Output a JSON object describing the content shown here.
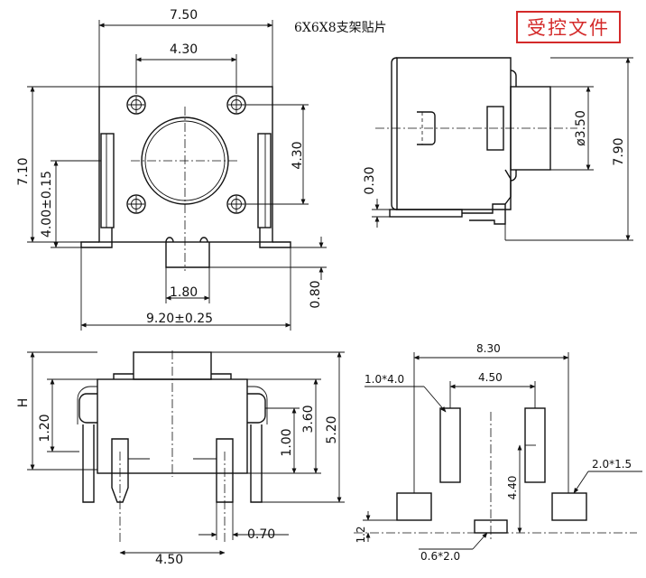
{
  "title": "6X6X8支架贴片",
  "stamp": "受控文件",
  "top_view": {
    "width_body": "7.50",
    "hole_spacing_x": "4.30",
    "height_body": "7.10",
    "hole_offset": "4.00±0.15",
    "hole_spacing_y": "4.30",
    "stem_width": "1.80",
    "total_width": "9.20±0.25",
    "stem_depth": "0.80"
  },
  "side_view": {
    "actuator_dia": "ø3.50",
    "base_thickness": "0.30",
    "total_height": "7.90"
  },
  "front_view": {
    "h_label": "H",
    "offset_1_20": "1.20",
    "dim_1_00": "1.00",
    "dim_3_60": "3.60",
    "dim_5_20": "5.20",
    "pin_width": "0.70",
    "pin_spacing": "4.50"
  },
  "footprint": {
    "outer": "8.30",
    "inner": "4.50",
    "slot_size": "1.0*4.0",
    "pad_size": "2.0*1.5",
    "pad_offset": "4.40",
    "pad_height": "1.2",
    "center_pad": "0.6*2.0"
  }
}
